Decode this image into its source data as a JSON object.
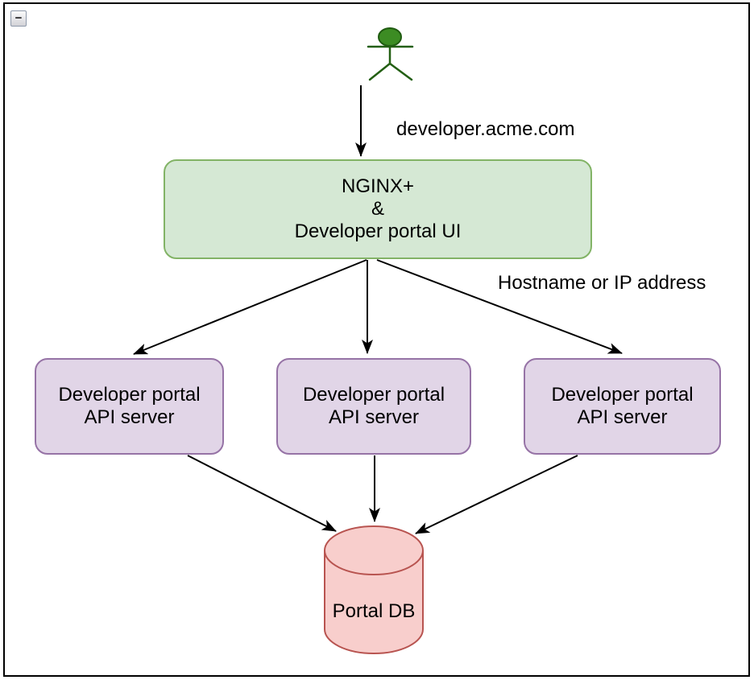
{
  "window": {
    "collapse_button_glyph": "−"
  },
  "palette": {
    "nginx_fill": "#d5e8d4",
    "nginx_stroke": "#82b366",
    "api_fill": "#e1d5e7",
    "api_stroke": "#9673a6",
    "db_fill": "#f8cecc",
    "db_stroke": "#b85450",
    "actor_fill": "#3c8c23",
    "actor_stroke": "#235f13",
    "edge_color": "#000000"
  },
  "diagram": {
    "labels": {
      "user_edge": "developer.acme.com",
      "backend_edge": "Hostname or IP address"
    },
    "nginx_node": {
      "line1": "NGINX+",
      "line2": "&",
      "line3": "Developer portal UI"
    },
    "api_servers": [
      {
        "label": "Developer portal API server"
      },
      {
        "label": "Developer portal API server"
      },
      {
        "label": "Developer portal API server"
      }
    ],
    "db_node": {
      "label": "Portal DB"
    }
  }
}
